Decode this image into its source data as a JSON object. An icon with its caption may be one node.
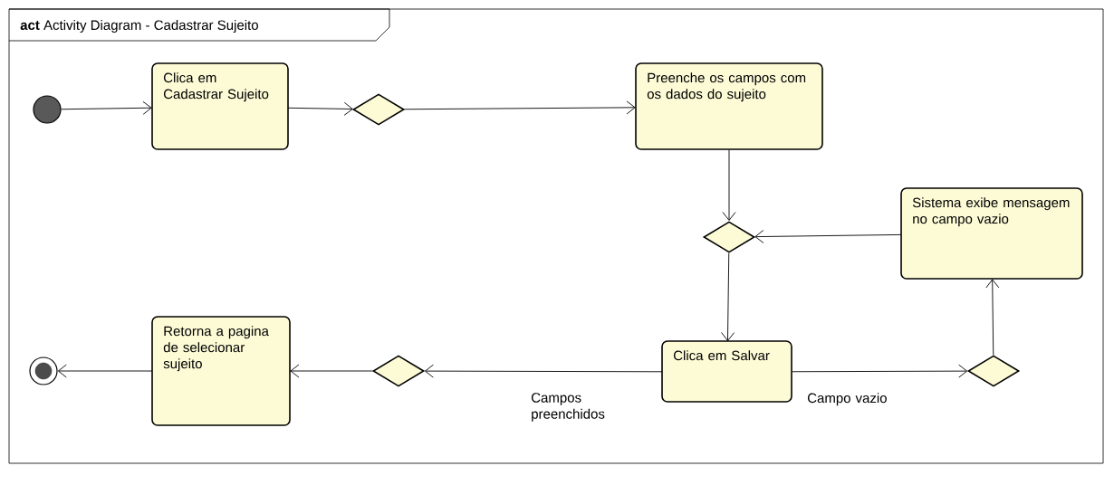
{
  "diagram": {
    "title": "**act** Activity Diagram - Cadastrar Sujeito",
    "nodes": [
      {
        "text": [],
        "shape": "circle"
      },
      {
        "text": [
          "Clica em Cadastrar Sujeito"
        ]
      },
      {
        "text": [],
        "shape": "diamond"
      },
      {
        "text": [
          "Preenche os campos com os dados do sujeito"
        ]
      },
      {
        "text": [],
        "shape": "diamond"
      },
      {
        "text": [
          "Sistema exibe mensagem no campo vazio"
        ]
      },
      {
        "text": [
          "Clica em Salvar"
        ]
      },
      {
        "text": [],
        "shape": "diamond"
      },
      {
        "text": [],
        "shape": "diamond"
      },
      {
        "text": [
          "Retorna a pagina de selecionar sujeito"
        ]
      },
      {
        "text": [],
        "shape": "bullseye"
      }
    ],
    "edges": [
      {
        "from": 0,
        "to": 1,
        "arrow": "to"
      },
      {
        "from": 1,
        "to": 2,
        "arrow": "to"
      },
      {
        "from": 2,
        "to": 3,
        "arrow": "to"
      },
      {
        "from": 3,
        "to": 4,
        "arrow": "to"
      },
      {
        "from": 5,
        "to": 4,
        "arrow": "to"
      },
      {
        "from": 4,
        "to": 6,
        "arrow": "to"
      },
      {
        "from": 6,
        "to": 8,
        "arrow": "to",
        "label": "Campos preenchidos"
      },
      {
        "from": 8,
        "to": 9,
        "arrow": "to"
      },
      {
        "from": 9,
        "to": 10,
        "arrow": "to"
      },
      {
        "from": 6,
        "to": 7,
        "arrow": "to",
        "label": "Campo vazio"
      },
      {
        "from": 7,
        "to": 5,
        "arrow": "to"
      }
    ]
  }
}
